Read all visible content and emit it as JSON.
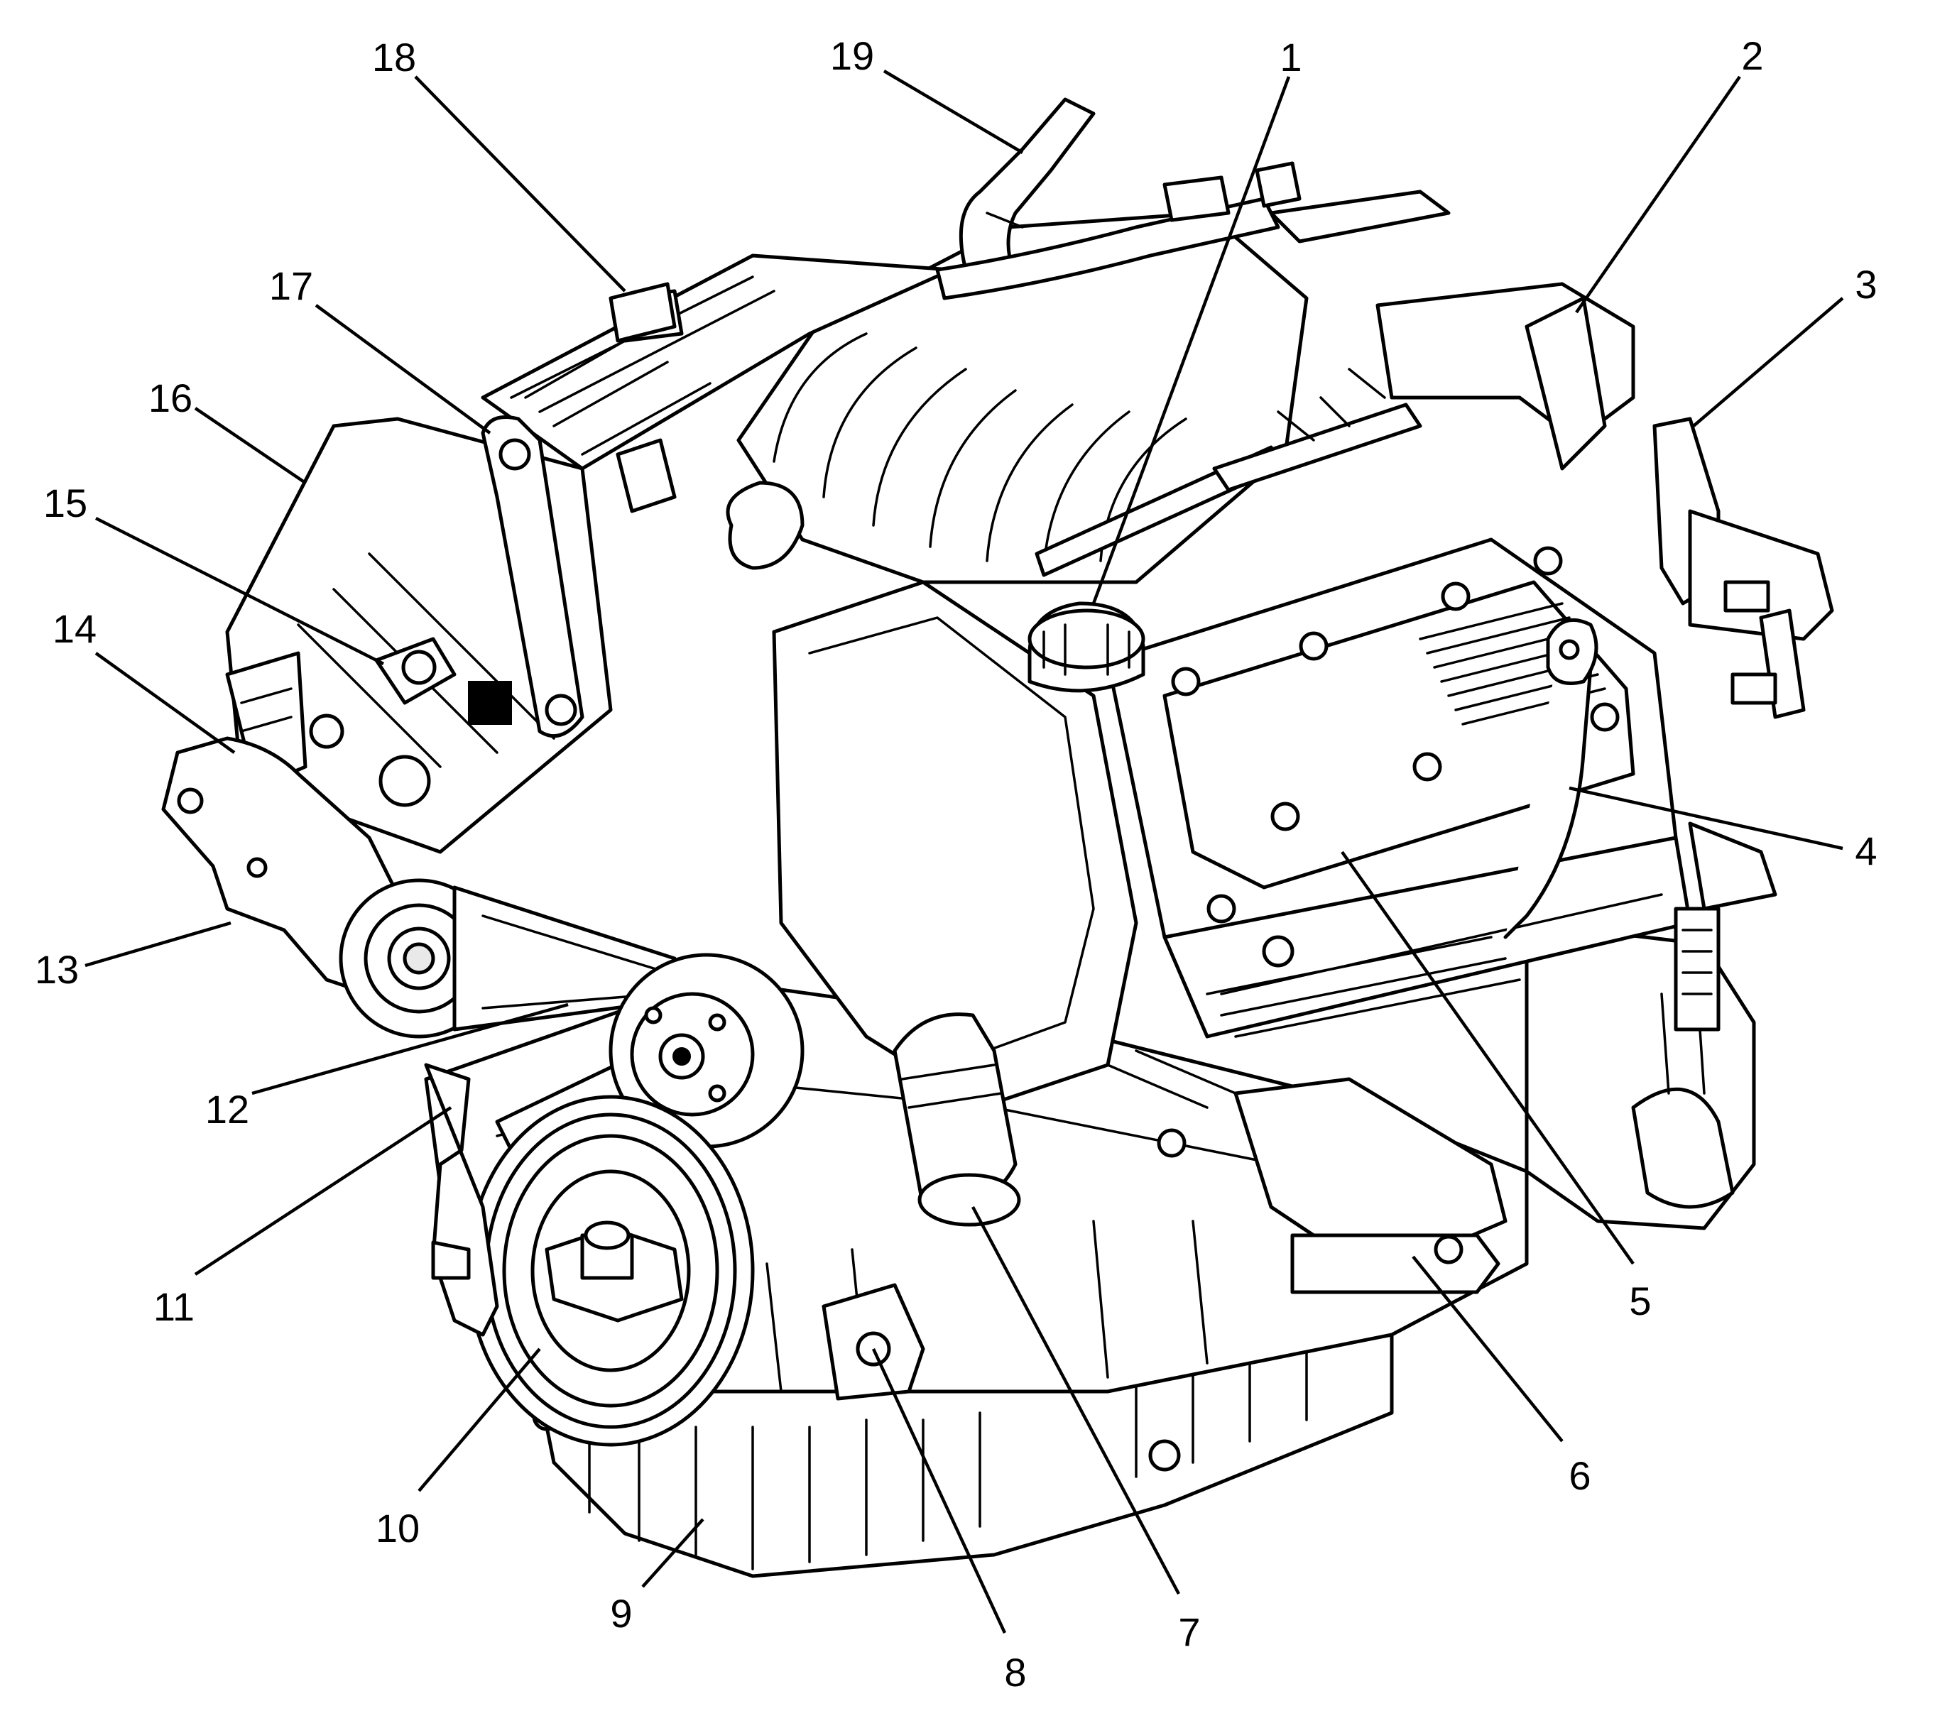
{
  "colors": {
    "ink": "#000000",
    "paper": "#ffffff"
  },
  "callouts": [
    {
      "id": "1",
      "label": "1"
    },
    {
      "id": "2",
      "label": "2"
    },
    {
      "id": "3",
      "label": "3"
    },
    {
      "id": "4",
      "label": "4"
    },
    {
      "id": "5",
      "label": "5"
    },
    {
      "id": "6",
      "label": "6"
    },
    {
      "id": "7",
      "label": "7"
    },
    {
      "id": "8",
      "label": "8"
    },
    {
      "id": "9",
      "label": "9"
    },
    {
      "id": "10",
      "label": "10"
    },
    {
      "id": "11",
      "label": "11"
    },
    {
      "id": "12",
      "label": "12"
    },
    {
      "id": "13",
      "label": "13"
    },
    {
      "id": "14",
      "label": "14"
    },
    {
      "id": "15",
      "label": "15"
    },
    {
      "id": "16",
      "label": "16"
    },
    {
      "id": "17",
      "label": "17"
    },
    {
      "id": "18",
      "label": "18"
    },
    {
      "id": "19",
      "label": "19"
    }
  ]
}
